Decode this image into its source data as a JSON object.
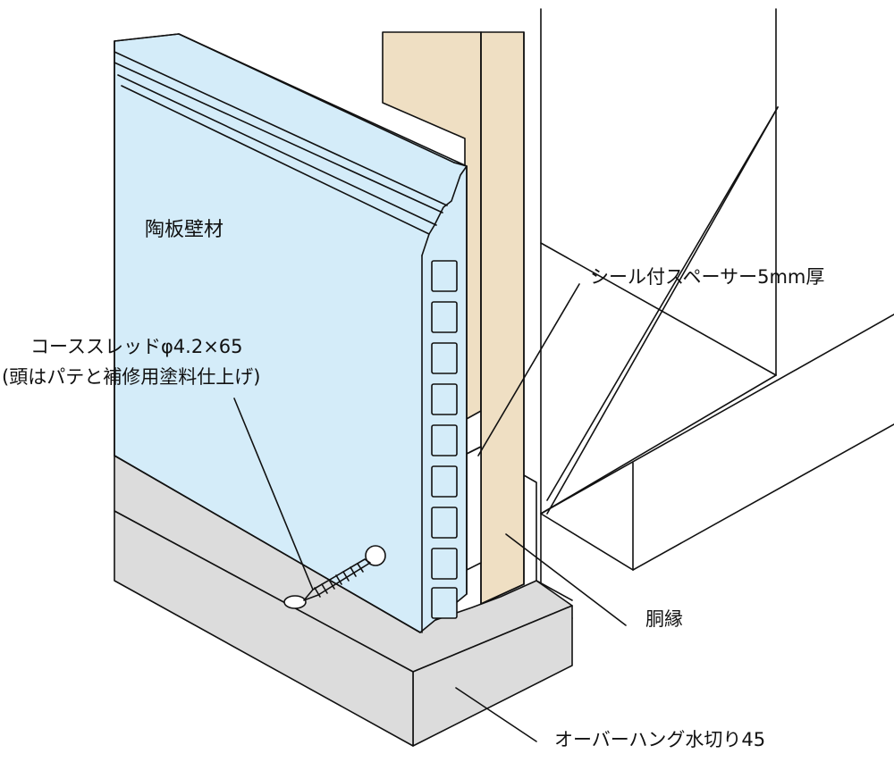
{
  "labels": {
    "wall_board": "陶板壁材",
    "screw_line1": "コーススレッドφ4.2×65",
    "screw_line2": "(頭はパテと補修用塗料仕上げ)",
    "spacer": "シール付スペーサー5mm厚",
    "furring": "胴縁",
    "drip_edge": "オーバーハング水切り45"
  },
  "colors": {
    "board": "#d4ecf9",
    "wood": "#efdfc3",
    "drip": "#dcdcdc",
    "spacer": "#ffffff",
    "line": "#111111"
  }
}
